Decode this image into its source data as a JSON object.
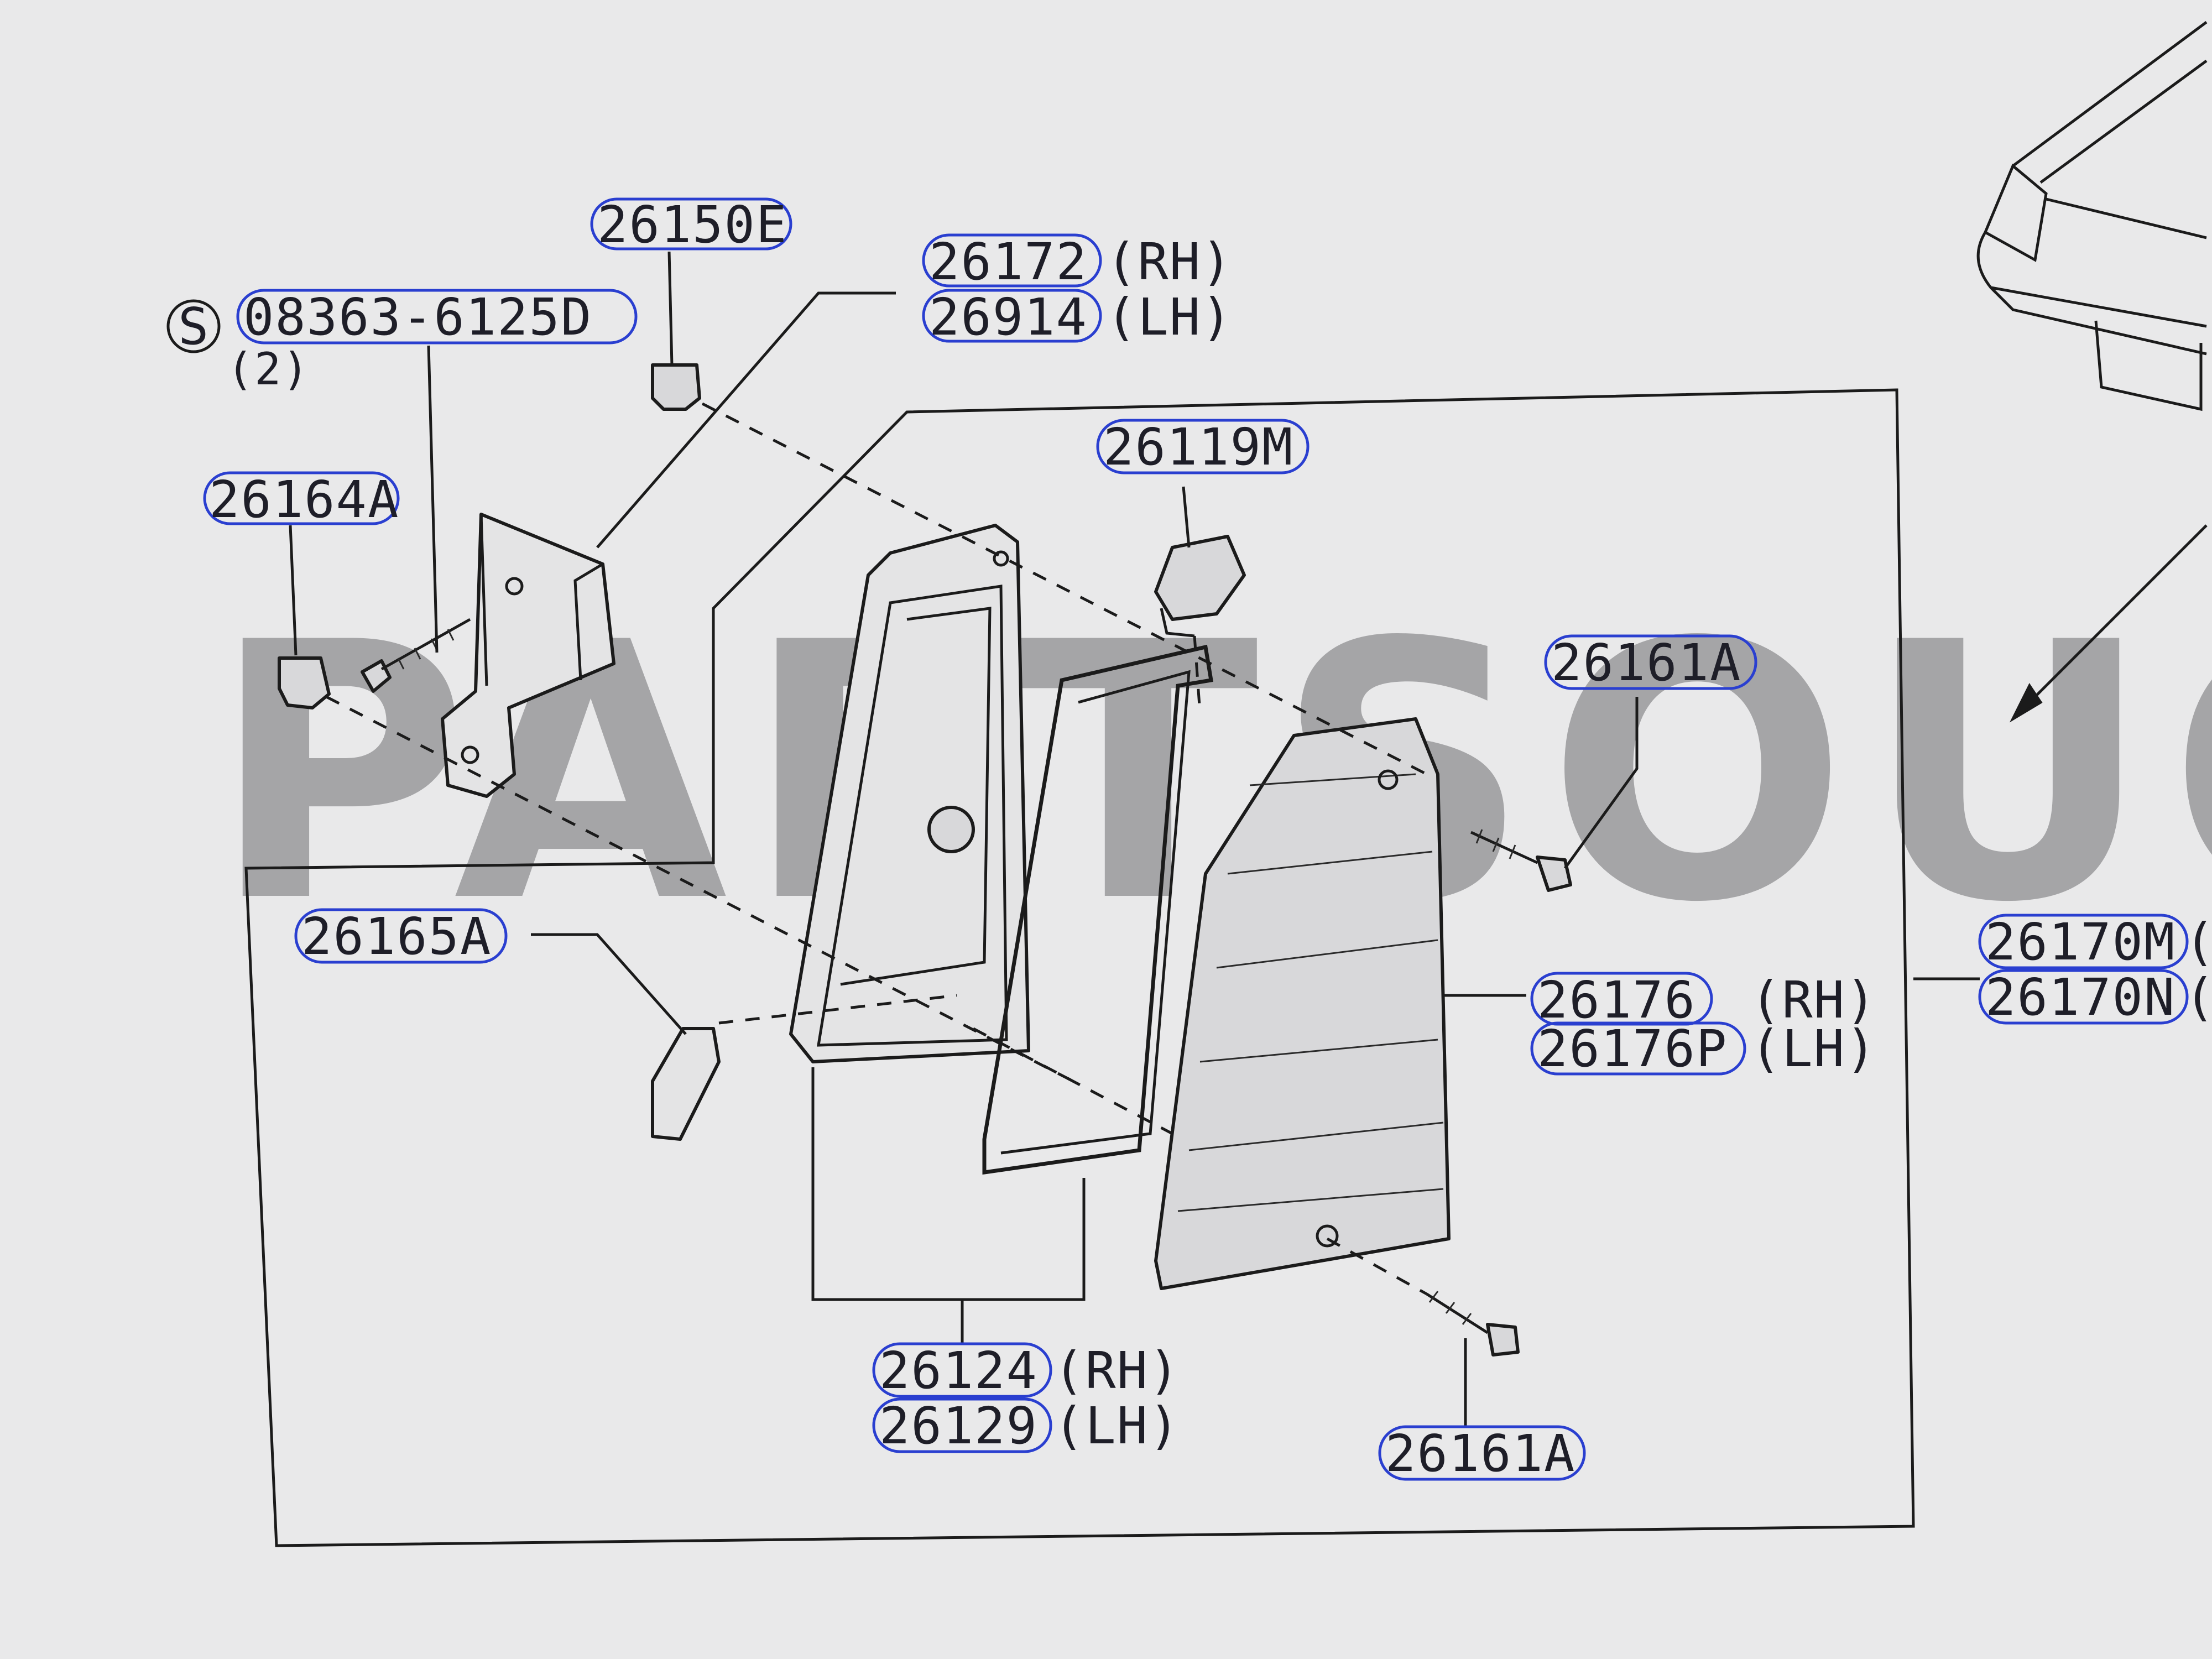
{
  "watermark": "PARTSOUQ",
  "callouts": [
    {
      "id": "c-26150e",
      "part": "26150E",
      "side": ""
    },
    {
      "id": "c-26172",
      "part": "26172",
      "side": "(RH)"
    },
    {
      "id": "c-26914",
      "part": "26914",
      "side": "(LH)"
    },
    {
      "id": "c-screw",
      "part": "08363-6125D",
      "side": "",
      "prefix": "S",
      "qty": "(2)"
    },
    {
      "id": "c-26164a",
      "part": "26164A",
      "side": ""
    },
    {
      "id": "c-26119m",
      "part": "26119M",
      "side": ""
    },
    {
      "id": "c-26161a-top",
      "part": "26161A",
      "side": ""
    },
    {
      "id": "c-26165a",
      "part": "26165A",
      "side": ""
    },
    {
      "id": "c-26176",
      "part": "26176",
      "side": "(RH)"
    },
    {
      "id": "c-26176p",
      "part": "26176P",
      "side": "(LH)"
    },
    {
      "id": "c-26170m",
      "part": "26170M",
      "side": "("
    },
    {
      "id": "c-26170n",
      "part": "26170N",
      "side": "("
    },
    {
      "id": "c-26124",
      "part": "26124",
      "side": "(RH)"
    },
    {
      "id": "c-26129",
      "part": "26129",
      "side": "(LH)"
    },
    {
      "id": "c-26161a-bottom",
      "part": "26161A",
      "side": ""
    }
  ],
  "colors": {
    "highlight": "#2a3fd0",
    "ink": "#1b1b1b",
    "paper": "#e9e9ea"
  }
}
